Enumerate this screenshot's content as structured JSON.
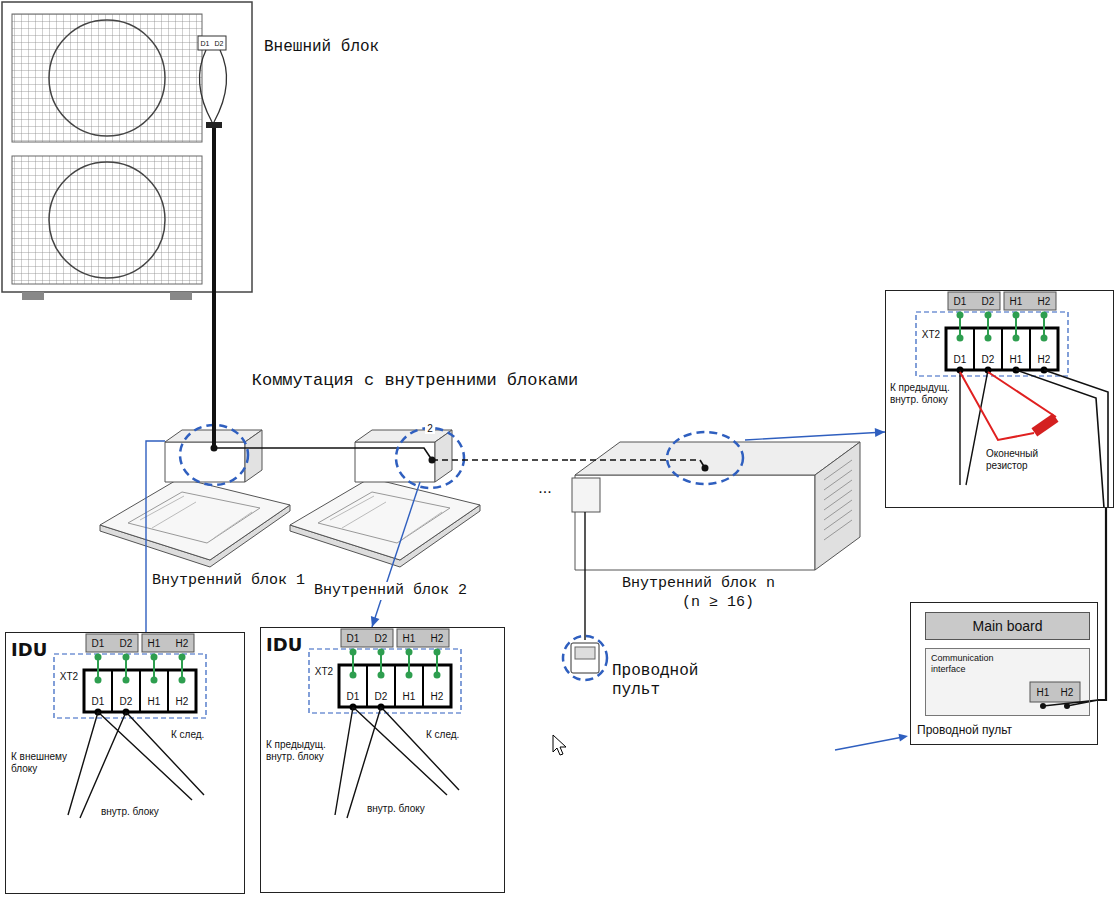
{
  "diagram": {
    "nodes": [
      {
        "text": [
          "Внешний блок"
        ]
      },
      {
        "text": [
          "Внутренний блок 1"
        ]
      },
      {
        "text": [
          "Внутренний блок 2"
        ]
      },
      {
        "text": [
          "Внутренний блок n",
          "(n ≥ 16)"
        ]
      },
      {
        "text": [
          "Проводной пульт"
        ]
      },
      {
        "text": [
          "IDU",
          "К внешнему блоку",
          "К след.",
          "внутр. блоку"
        ]
      },
      {
        "text": [
          "IDU",
          "К предыдущ. внутр. блоку",
          "К след.",
          "внутр. блоку"
        ]
      },
      {
        "text": [
          "К предыдущ. внутр. блоку",
          "Оконечный резистор"
        ]
      },
      {
        "text": [
          "Проводной пульт"
        ]
      },
      {
        "text": [
          "Main board"
        ],
        "in": 8
      },
      {
        "text": [
          "Communication interface"
        ],
        "in": 8
      }
    ],
    "edges": [
      {
        "from": 0,
        "to": 1,
        "arrow": "none"
      },
      {
        "from": 1,
        "to": 2,
        "arrow": "none"
      },
      {
        "from": 2,
        "to": 3,
        "arrow": "none"
      },
      {
        "from": 3,
        "to": 4,
        "arrow": "none"
      },
      {
        "from": 1,
        "to": 5,
        "arrow": "none"
      },
      {
        "from": 2,
        "to": 6,
        "arrow": "to"
      },
      {
        "from": 3,
        "to": 7,
        "arrow": "to"
      },
      {
        "from": 7,
        "to": 8,
        "arrow": "none"
      }
    ],
    "labels": [
      "D1",
      "D2",
      "Коммутация с внутренними блоками",
      "2",
      "...",
      "D1",
      "D2",
      "H1",
      "H2",
      "XT2",
      "D1",
      "D2",
      "H1",
      "H2",
      "D1",
      "D2",
      "H1",
      "H2",
      "XT2",
      "D1",
      "D2",
      "H1",
      "H2",
      "D1",
      "D2",
      "H1",
      "H2",
      "XT2",
      "D1",
      "D2",
      "H1",
      "H2",
      "H1",
      "H2"
    ]
  }
}
